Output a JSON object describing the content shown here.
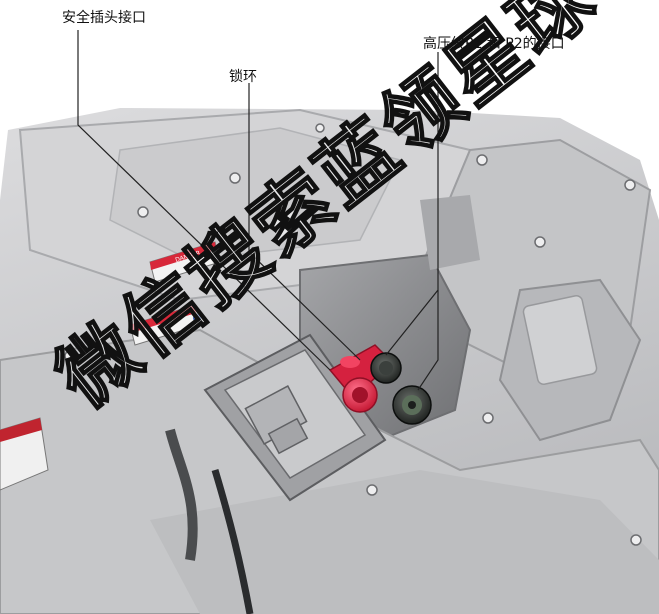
{
  "labels": {
    "safety_connector": "安全插头接口",
    "lock_ring": "锁环",
    "hv_ports": "高压线P1 和 P2的接口"
  },
  "warning_label_text": "DANGER",
  "watermark": "微信搜索蓝领星球",
  "colors": {
    "housing": "#c9c9cb",
    "shadow": "#8d8e91",
    "connector_red": "#e0294a",
    "port_dark": "#1e2320",
    "leader_line": "#222222"
  }
}
